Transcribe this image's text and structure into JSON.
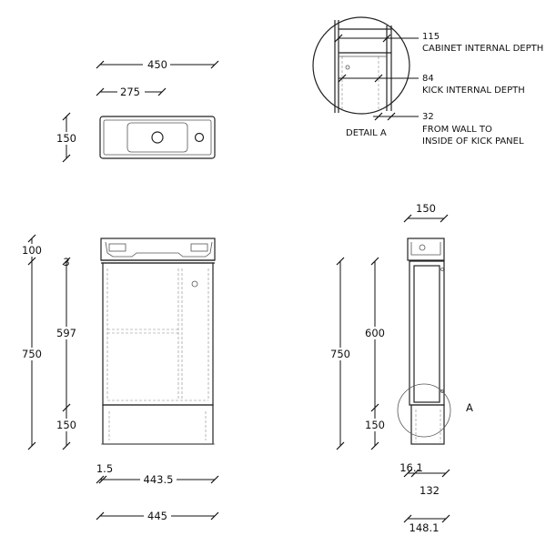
{
  "top_view": {
    "width": "450",
    "offset": "275",
    "depth": "150"
  },
  "front_view": {
    "basin_height": "100",
    "top_gap": "3",
    "door_height": "597",
    "total_height": "750",
    "kick_height": "150",
    "side_gap": "1.5",
    "inner_width": "443.5",
    "overall_width": "445"
  },
  "side_view": {
    "depth": "150",
    "cabinet_height": "600",
    "total_height": "750",
    "kick_height": "150",
    "detail_marker": "A",
    "kick_offset": "16.1",
    "kick_depth": "132",
    "overall_depth": "148.1"
  },
  "detail_a": {
    "caption": "DETAIL A",
    "dim1_value": "115",
    "dim1_label": "CABINET INTERNAL DEPTH",
    "dim2_value": "84",
    "dim2_label": "KICK INTERNAL DEPTH",
    "dim3_value": "32",
    "dim3_label_line1": "FROM WALL TO",
    "dim3_label_line2": "INSIDE OF KICK PANEL"
  }
}
